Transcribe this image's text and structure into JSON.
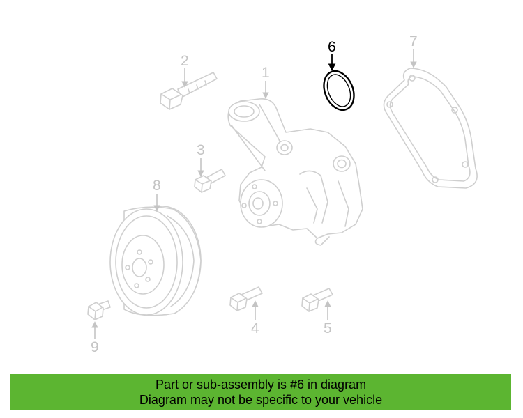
{
  "callouts": {
    "c1": "1",
    "c2": "2",
    "c3": "3",
    "c4": "4",
    "c5": "5",
    "c6": "6",
    "c7": "7",
    "c8": "8",
    "c9": "9"
  },
  "highlighted_part": "6",
  "colors": {
    "banner": "#5cb531",
    "ghost_line": "#cfcfcf",
    "highlight": "#000000"
  },
  "banner": {
    "line1": "Part or sub-assembly is #6 in diagram",
    "line2": "Diagram may not be specific to your vehicle"
  }
}
